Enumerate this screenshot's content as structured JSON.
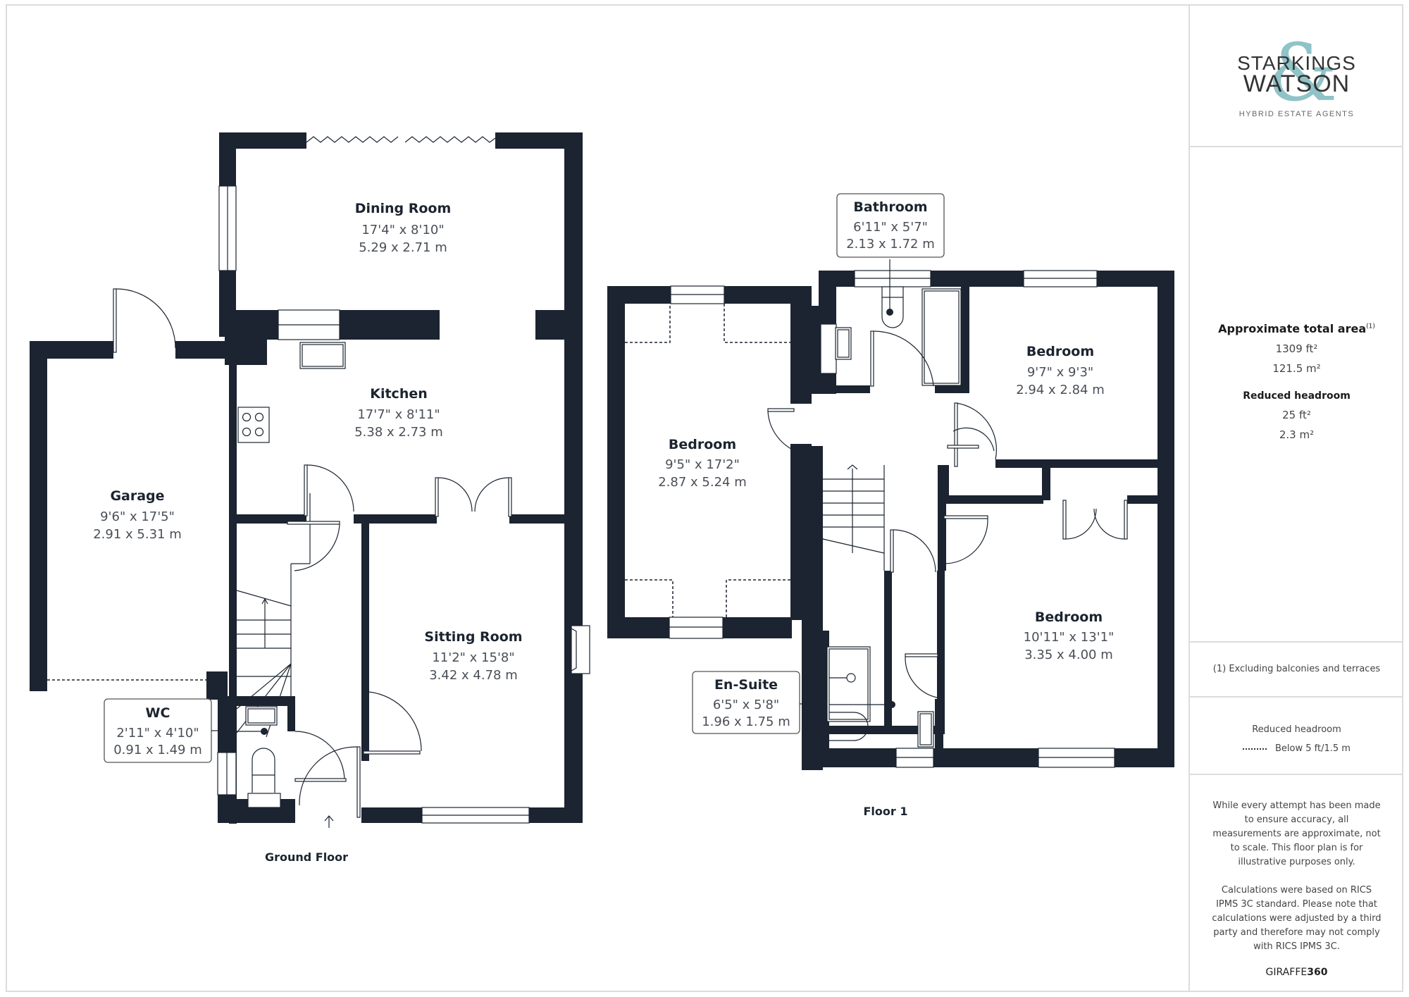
{
  "brand": {
    "line1": "STARKINGS",
    "line2": "WATSON",
    "ampersand": "&",
    "tagline": "HYBRID ESTATE AGENTS",
    "accent_color": "#8fc3c7",
    "text_color": "#333333"
  },
  "area": {
    "title": "Approximate total area",
    "footnote_marker": "(1)",
    "total_ft2": "1309 ft²",
    "total_m2": "121.5 m²",
    "reduced_headroom_title": "Reduced headroom",
    "reduced_ft2": "25 ft²",
    "reduced_m2": "2.3 m²"
  },
  "footnote": "(1) Excluding balconies and terraces",
  "legend": {
    "title": "Reduced headroom",
    "item": "Below 5 ft/1.5 m",
    "symbol": "dotted-line"
  },
  "disclaimer": {
    "p1": "While every attempt has been made to ensure accuracy, all measurements are approximate, not to scale. This floor plan is for illustrative purposes only.",
    "p2": "Calculations were based on RICS IPMS 3C standard. Please note that calculations were adjusted by a third party and therefore may not comply with RICS IPMS 3C."
  },
  "provider": {
    "name": "GIRAFFE",
    "suffix": "360"
  },
  "wall_color": "#1b2430",
  "floors": [
    {
      "label": "Ground Floor",
      "rooms": [
        {
          "name": "Dining Room",
          "imperial": "17'4\" x 8'10\"",
          "metric": "5.29 x 2.71 m"
        },
        {
          "name": "Kitchen",
          "imperial": "17'7\" x 8'11\"",
          "metric": "5.38 x 2.73 m"
        },
        {
          "name": "Garage",
          "imperial": "9'6\" x 17'5\"",
          "metric": "2.91 x 5.31 m"
        },
        {
          "name": "Sitting Room",
          "imperial": "11'2\" x 15'8\"",
          "metric": "3.42 x 4.78 m"
        },
        {
          "name": "WC",
          "imperial": "2'11\" x 4'10\"",
          "metric": "0.91 x 1.49 m"
        }
      ]
    },
    {
      "label": "Floor 1",
      "rooms": [
        {
          "name": "Bathroom",
          "imperial": "6'11\" x 5'7\"",
          "metric": "2.13 x 1.72 m"
        },
        {
          "name": "Bedroom",
          "imperial": "9'7\" x 9'3\"",
          "metric": "2.94 x 2.84 m"
        },
        {
          "name": "Bedroom",
          "imperial": "9'5\" x 17'2\"",
          "metric": "2.87 x 5.24 m"
        },
        {
          "name": "Bedroom",
          "imperial": "10'11\" x 13'1\"",
          "metric": "3.35 x 4.00 m"
        },
        {
          "name": "En-Suite",
          "imperial": "6'5\" x 5'8\"",
          "metric": "1.96 x 1.75 m"
        }
      ]
    }
  ]
}
